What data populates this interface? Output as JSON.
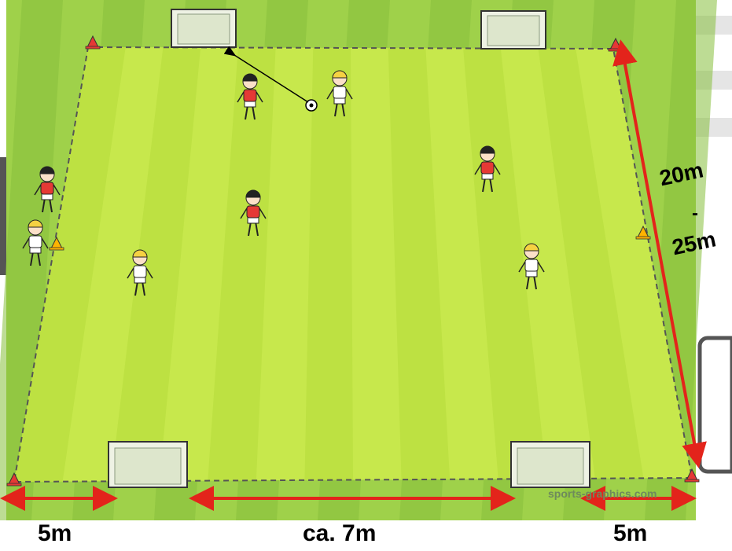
{
  "field": {
    "grass_light": "#9fd14a",
    "grass_dark": "#86bf3c",
    "pitch_light": "#c7e84c",
    "pitch_dark": "#b5dc3c",
    "team_red": "#e53935",
    "team_white": "#ffffff"
  },
  "dimensions": {
    "left_gap": "5m",
    "middle_gap": "ca. 7m",
    "right_gap": "5m",
    "length_min": "20m",
    "length_sep": "-",
    "length_max": "25m"
  },
  "watermark": "sports-graphics.com",
  "icons": [
    "goal-icon",
    "cone-icon",
    "player-icon",
    "ball-icon",
    "pass-arrow-icon",
    "dimension-arrow-icon"
  ]
}
